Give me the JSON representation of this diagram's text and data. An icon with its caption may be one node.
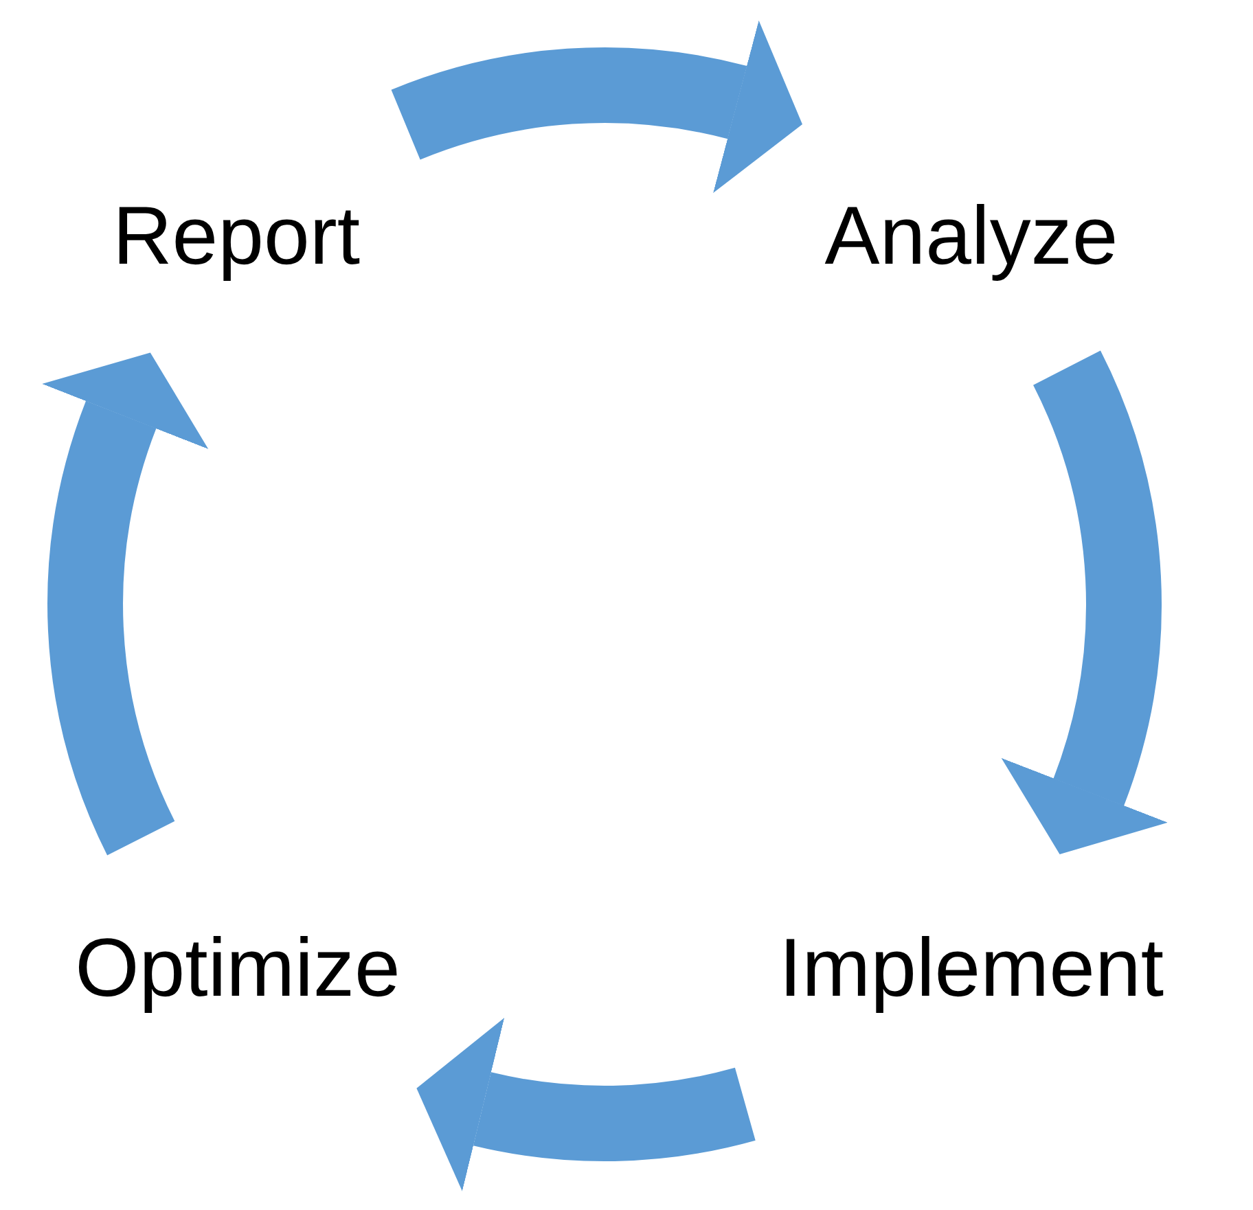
{
  "diagram": {
    "nodes": [
      {
        "text": [
          "Report"
        ]
      },
      {
        "text": [
          "Analyze"
        ]
      },
      {
        "text": [
          "Optimize"
        ]
      },
      {
        "text": [
          "Implement"
        ]
      }
    ],
    "edges": [
      {
        "from": 0,
        "to": 1,
        "arrow": "to"
      },
      {
        "from": 1,
        "to": 3,
        "arrow": "to"
      },
      {
        "from": 3,
        "to": 2,
        "arrow": "to"
      },
      {
        "from": 2,
        "to": 0,
        "arrow": "to"
      }
    ]
  }
}
